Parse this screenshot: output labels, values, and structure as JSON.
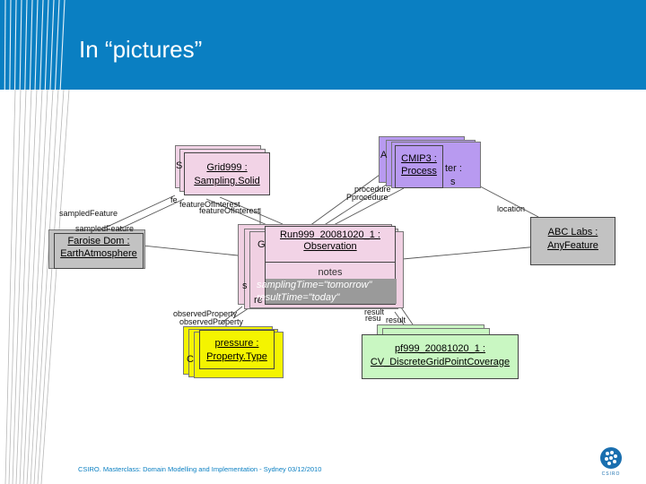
{
  "slide": {
    "title": "In “pictures”",
    "footer": "CSIRO. Masterclass: Domain Modelling and Implementation - Sydney 03/12/2010",
    "logo_text": "CSIRO"
  },
  "colors": {
    "header_blue": "#0a7fc2",
    "pink": "#f2d3e6",
    "purple": "#b89af0",
    "grey": "#c2c2c2",
    "yellow": "#f4f400",
    "green": "#c9f7c2"
  },
  "diagram": {
    "grid_object": {
      "line1": "Grid999 :",
      "line2": "Sampling.Solid",
      "back_fragment": "S"
    },
    "cmip3_object": {
      "line1": "CMIP3 :",
      "line2": "Process",
      "back_fragment1": "A",
      "back_fragment2": "ter :",
      "back_fragment3": "s"
    },
    "earth_object": {
      "line1": "Faroise Dom :",
      "line2": "EarthAtmosphere"
    },
    "abc_object": {
      "line1": "ABC Labs :",
      "line2": "AnyFeature"
    },
    "observation": {
      "line1": "Run999_20081020_1 :",
      "line2": "Observation",
      "section": "notes",
      "attr1": "samplingTime=\"tomorrow\"",
      "attr2": "resultTime=\"today\"",
      "back_fragment1": "s",
      "back_fragment2": "re",
      "back_fragment3": "G"
    },
    "pressure": {
      "line1": "pressure :",
      "line2": "Property.Type",
      "back_fragment": "C"
    },
    "pf999": {
      "line1": "pf999_20081020_1 :",
      "line2": "CV_DiscreteGridPointCoverage"
    },
    "labels": {
      "sampled_feature1": "sampledFeature",
      "sampled_feature2": "sampledFeature",
      "feature_of_interest1": "featureOfInterest",
      "feature_of_interest2": "featureOfInterest",
      "fe": "fe",
      "procedure1": "procedure",
      "procedure2": "Pprocedure",
      "location": "location",
      "observed_property1": "observedProperty",
      "observed_property2": "observedProperty",
      "result1": "result",
      "result2": "result",
      "resu": "resu"
    }
  }
}
